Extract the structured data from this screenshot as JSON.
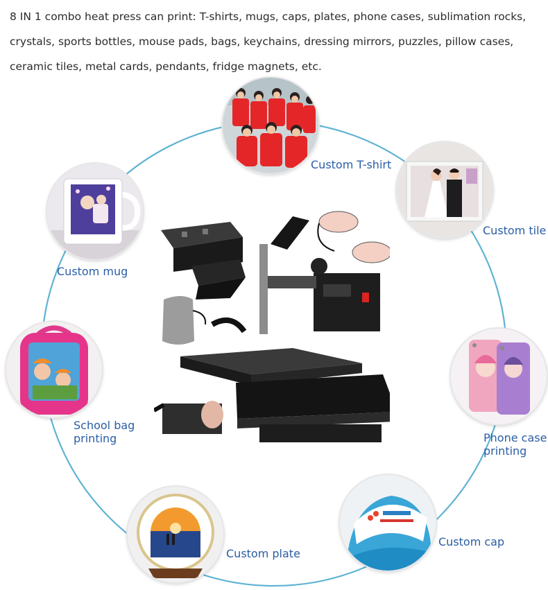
{
  "intro": {
    "text": "8 IN 1 combo heat press can print: T-shirts, mugs, caps, plates, phone cases, sublimation rocks, crystals, sports bottles, mouse pads, bags, keychains, dressing mirrors, puzzles, pillow cases, ceramic tiles, metal cards, pendants, fridge magnets, etc."
  },
  "items": {
    "tshirt": {
      "label": "Custom T-shirt"
    },
    "tile": {
      "label": "Custom tile"
    },
    "mug": {
      "label": "Custom mug"
    },
    "bag": {
      "line1": "School bag",
      "line2": "printing"
    },
    "phone": {
      "line1": "Phone case",
      "line2": "printing"
    },
    "cap": {
      "label": "Custom cap"
    },
    "plate": {
      "label": "Custom plate"
    }
  },
  "colors": {
    "ring": "#5fb3d3",
    "label": "#2a5da6",
    "text": "#2b2b2b"
  },
  "icons": [
    "heat-press-machine-image",
    "tshirt-photo",
    "tile-photo",
    "mug-photo",
    "school-bag-photo",
    "phone-case-photo",
    "cap-photo",
    "plate-photo"
  ]
}
